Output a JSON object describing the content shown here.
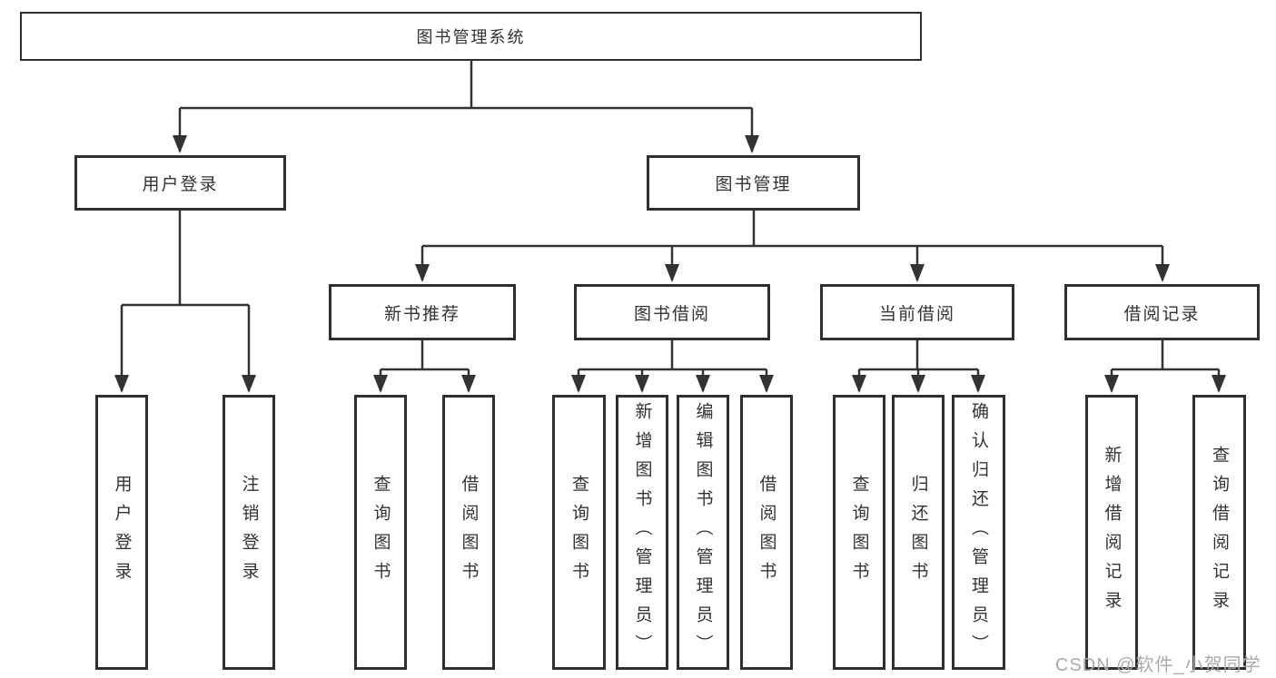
{
  "tree": {
    "root": {
      "label": "图书管理系统"
    },
    "children": [
      {
        "label": "用户登录",
        "children": [
          {
            "label": "用户登录"
          },
          {
            "label": "注销登录"
          }
        ]
      },
      {
        "label": "图书管理",
        "children": [
          {
            "label": "新书推荐",
            "children": [
              {
                "label": "查询图书"
              },
              {
                "label": "借阅图书"
              }
            ]
          },
          {
            "label": "图书借阅",
            "children": [
              {
                "label": "查询图书"
              },
              {
                "label": "新增图书（管理员）"
              },
              {
                "label": "编辑图书（管理员）"
              },
              {
                "label": "借阅图书"
              }
            ]
          },
          {
            "label": "当前借阅",
            "children": [
              {
                "label": "查询图书"
              },
              {
                "label": "归还图书"
              },
              {
                "label": "确认归还（管理员）"
              }
            ]
          },
          {
            "label": "借阅记录",
            "children": [
              {
                "label": "新增借阅记录"
              },
              {
                "label": "查询借阅记录"
              }
            ]
          }
        ]
      }
    ]
  },
  "watermark": {
    "text": "CSDN @软件_小贺同学"
  },
  "colors": {
    "line": "#333333",
    "border": "#2f2f2f",
    "text": "#333333",
    "watermark": "#ababab",
    "background": "#ffffff"
  }
}
